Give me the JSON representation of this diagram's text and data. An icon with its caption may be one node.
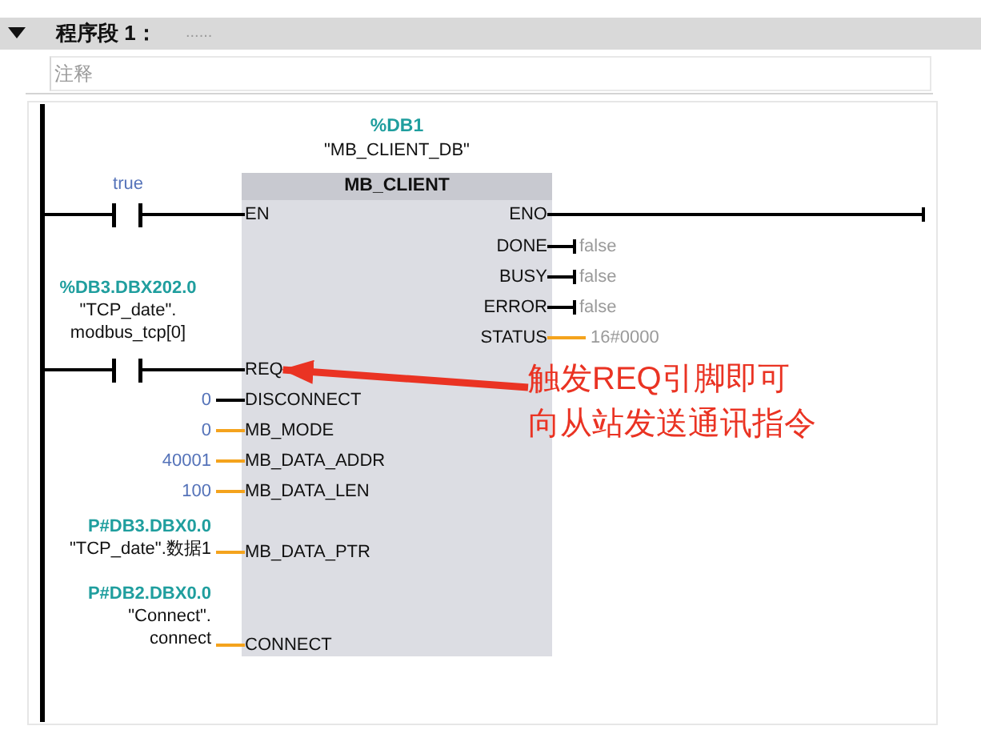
{
  "diagram": {
    "nodes": [
      {
        "text": [
          "程序段 1：",
          "......"
        ]
      },
      {
        "text": [
          "注释"
        ]
      },
      {
        "text": [],
        "shape": "bar"
      },
      {
        "text": [],
        "shape": "contact",
        "beside": [
          "true"
        ]
      },
      {
        "text": [
          "%DB1",
          "\"MB_CLIENT_DB\"",
          "MB_CLIENT"
        ]
      },
      {
        "text": [
          "EN"
        ],
        "in": 4
      },
      {
        "text": [
          "ENO"
        ],
        "in": 4
      },
      {
        "text": [
          "DONE"
        ],
        "in": 4
      },
      {
        "text": [
          "BUSY"
        ],
        "in": 4
      },
      {
        "text": [
          "ERROR"
        ],
        "in": 4
      },
      {
        "text": [
          "STATUS"
        ],
        "in": 4
      },
      {
        "text": [
          "false"
        ]
      },
      {
        "text": [
          "false"
        ]
      },
      {
        "text": [
          "false"
        ]
      },
      {
        "text": [
          "16#0000"
        ]
      },
      {
        "text": [],
        "shape": "contact",
        "beside": [
          "%DB3.DBX202.0",
          "\"TCP_date\". modbus_tcp[0]"
        ]
      },
      {
        "text": [
          "REQ"
        ],
        "in": 4
      },
      {
        "text": [
          "0"
        ]
      },
      {
        "text": [
          "DISCONNECT"
        ],
        "in": 4
      },
      {
        "text": [
          "0"
        ]
      },
      {
        "text": [
          "MB_MODE"
        ],
        "in": 4
      },
      {
        "text": [
          "40001"
        ]
      },
      {
        "text": [
          "MB_DATA_ADDR"
        ],
        "in": 4
      },
      {
        "text": [
          "100"
        ]
      },
      {
        "text": [
          "MB_DATA_LEN"
        ],
        "in": 4
      },
      {
        "text": [
          "P#DB3.DBX0.0",
          "\"TCP_date\".数据1"
        ]
      },
      {
        "text": [
          "MB_DATA_PTR"
        ],
        "in": 4
      },
      {
        "text": [
          "P#DB2.DBX0.0",
          "\"Connect\". connect"
        ]
      },
      {
        "text": [
          "CONNECT"
        ],
        "in": 4
      },
      {
        "text": [
          "触发REQ引脚即可向从站发送通讯指令"
        ]
      }
    ],
    "edges": [
      {
        "from": 2,
        "to": 3,
        "arrow": "none"
      },
      {
        "from": 3,
        "to": 5,
        "arrow": "none"
      },
      {
        "from": 6,
        "to": null,
        "arrow": "other"
      },
      {
        "from": 7,
        "to": 11,
        "arrow": "other"
      },
      {
        "from": 8,
        "to": 12,
        "arrow": "other"
      },
      {
        "from": 9,
        "to": 13,
        "arrow": "other"
      },
      {
        "from": 10,
        "to": 14,
        "arrow": "none",
        "color": "#f4a31d"
      },
      {
        "from": 2,
        "to": 15,
        "arrow": "none"
      },
      {
        "from": 15,
        "to": 16,
        "arrow": "none"
      },
      {
        "from": 17,
        "to": 18,
        "arrow": "none"
      },
      {
        "from": 19,
        "to": 20,
        "arrow": "none",
        "color": "#f4a31d"
      },
      {
        "from": 21,
        "to": 22,
        "arrow": "none",
        "color": "#f4a31d"
      },
      {
        "from": 23,
        "to": 24,
        "arrow": "none",
        "color": "#f4a31d"
      },
      {
        "from": 25,
        "to": 26,
        "arrow": "none",
        "color": "#f4a31d"
      },
      {
        "from": 27,
        "to": 28,
        "arrow": "none",
        "color": "#f4a31d"
      },
      {
        "from": 29,
        "to": 16,
        "arrow": "to",
        "style": "thick",
        "color": "#ea3323"
      }
    ]
  }
}
